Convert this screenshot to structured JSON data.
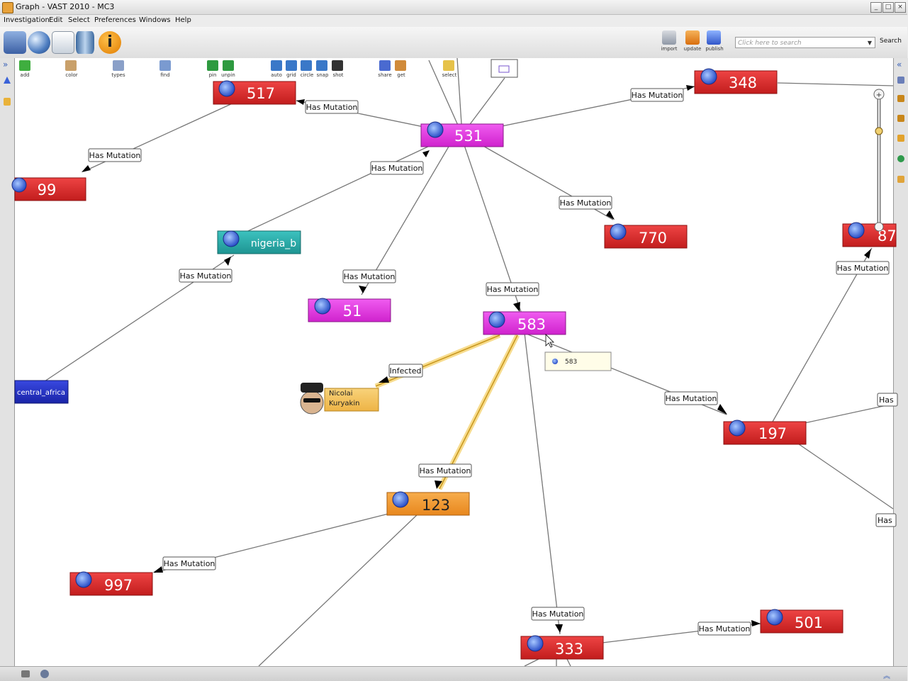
{
  "window": {
    "title": "Graph - VAST 2010 - MC3"
  },
  "menu": [
    "Investigation",
    "Edit",
    "Select",
    "Preferences",
    "Windows",
    "Help"
  ],
  "toolbar": {
    "right_labels": [
      "import",
      "update",
      "publish"
    ]
  },
  "search": {
    "placeholder": "Click here to search",
    "button": "Search"
  },
  "graph_toolbar": {
    "labels": [
      "add",
      "color",
      "types",
      "find",
      "pin",
      "unpin",
      "auto",
      "grid",
      "circle",
      "snap",
      "shot",
      "share",
      "get",
      "select"
    ]
  },
  "nodes": {
    "n517": "517",
    "n531": "531",
    "n348": "348",
    "n99": "99",
    "nigeria_b": "nigeria_b",
    "n51": "51",
    "n770": "770",
    "n87": "87",
    "n583": "583",
    "central_africa": "central_africa",
    "person": "Nicolai Kuryakin",
    "n197": "197",
    "n123": "123",
    "n997": "997",
    "n333": "333",
    "n501": "501"
  },
  "edge_labels": {
    "has_mutation": "Has Mutation",
    "has_cut": "Has",
    "infected": "Infected"
  },
  "tooltip": {
    "text": "583"
  },
  "colors": {
    "red": "#d42a2a",
    "magenta": "#e23be0",
    "orange": "#f0982e",
    "teal": "#2aa7a5",
    "blue": "#2233c8",
    "tan": "#f3c462",
    "highlight": "#f4d68c"
  }
}
